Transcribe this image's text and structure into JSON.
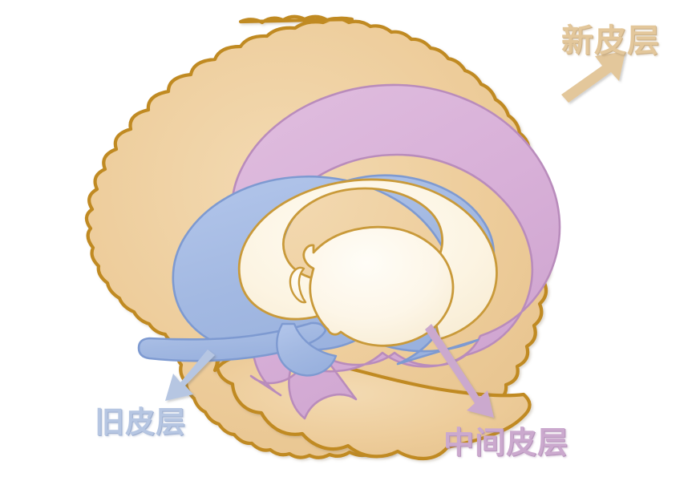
{
  "figure": {
    "kind": "anatomical-diagram",
    "subject": "medial sagittal section of brain showing cortical layer zones",
    "background_color": "#ffffff"
  },
  "palette": {
    "neocortex_fill": "#EDCC9A",
    "neocortex_fill_light": "#F2D7AC",
    "outline_gold": "#C08A22",
    "outline_gold_soft": "#CE9A3A",
    "mesocortex_fill": "#D8B0D8",
    "mesocortex_fill_light": "#E2C2E0",
    "paleocortex_fill": "#A3B9E2",
    "paleocortex_fill_light": "#B6C8EA",
    "paleocortex_stroke": "#7E9AD1",
    "inner_cream": "#FBF2DE",
    "inner_cream_light": "#FFFBF0",
    "label_neocortex_color": "#E3C79B",
    "label_paleocortex_color": "#B6C6E2",
    "label_mesocortex_color": "#CBA9CE"
  },
  "labels": {
    "neocortex": {
      "text": "新皮层",
      "color": "#E3C79B",
      "arrow": "arrow-up-right"
    },
    "paleocortex": {
      "text": "旧皮层",
      "color": "#B6C6E2",
      "arrow": "arrow-down-left"
    },
    "mesocortex": {
      "text": "中间皮层",
      "color": "#CBA9CE",
      "arrow": "arrow-down-right"
    }
  },
  "regions": [
    {
      "name": "neocortex-body",
      "label": "新皮层",
      "fill": "#EDCC9A"
    },
    {
      "name": "mesocortex-band",
      "label": "中间皮层",
      "fill": "#D8B0D8"
    },
    {
      "name": "paleocortex-band",
      "label": "旧皮层",
      "fill": "#A3B9E2"
    },
    {
      "name": "corpus-callosum-cream",
      "label": "",
      "fill": "#FBF2DE"
    },
    {
      "name": "thalamus-cream",
      "label": "",
      "fill": "#FBF2DE"
    }
  ]
}
